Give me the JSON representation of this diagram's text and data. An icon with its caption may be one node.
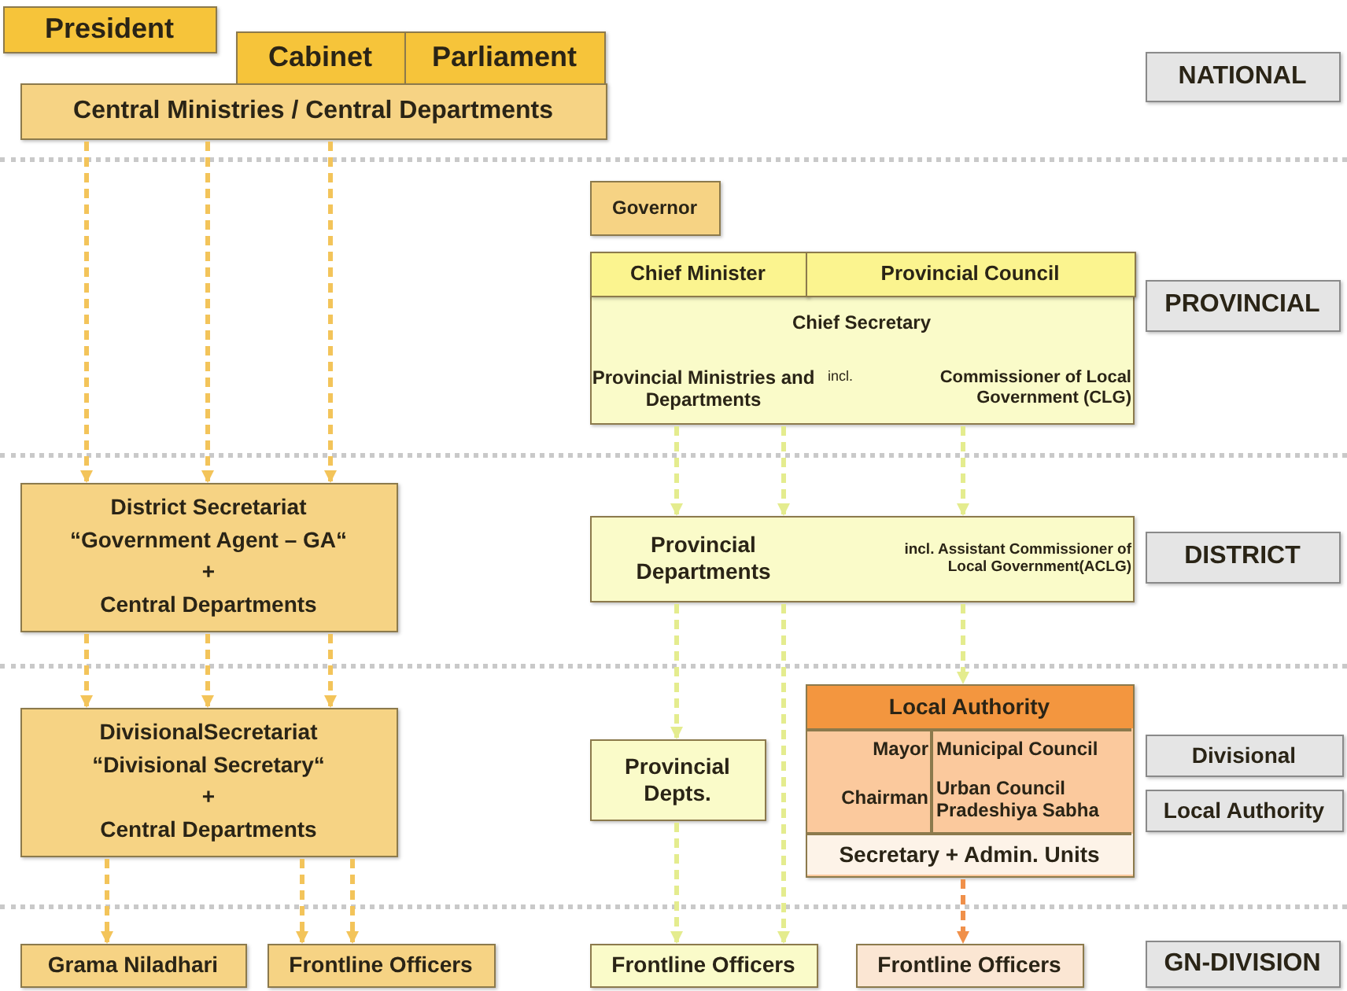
{
  "diagram": {
    "nodes": [
      {
        "text": [
          "President"
        ]
      },
      {
        "text": [
          "Cabinet"
        ]
      },
      {
        "text": [
          "Parliament"
        ]
      },
      {
        "text": [
          "Central Ministries / Central Departments"
        ]
      },
      {
        "text": [
          "Governor"
        ]
      },
      {
        "text": [
          "Chief Secretary",
          "Provincial Ministries and Departments",
          "incl.",
          "Commissioner of Local Government (CLG)"
        ]
      },
      {
        "text": [
          "Chief Minister"
        ],
        "in": 5
      },
      {
        "text": [
          "Provincial Council"
        ],
        "in": 5
      },
      {
        "text": [
          "Provincial Departments",
          "incl. Assistant Commissioner of Local Government(ACLG)"
        ]
      },
      {
        "text": [
          "District Secretariat",
          "“Government Agent – GA“",
          "+",
          "Central Departments"
        ]
      },
      {
        "text": [
          "DivisionalSecretariat",
          "“Divisional Secretary“",
          "+",
          "Central Departments"
        ]
      },
      {
        "text": [
          "Provincial Depts."
        ]
      },
      {
        "text": [
          "Local Authority",
          "Mayor",
          "Municipal Council",
          "Chairman",
          "Urban Council Pradeshiya Sabha",
          "Secretary + Admin. Units"
        ]
      },
      {
        "text": [
          "Grama Niladhari"
        ]
      },
      {
        "text": [
          "Frontline Officers"
        ]
      },
      {
        "text": [
          "Frontline Officers"
        ]
      },
      {
        "text": [
          "Frontline Officers"
        ]
      },
      {
        "text": [
          "NATIONAL"
        ]
      },
      {
        "text": [
          "PROVINCIAL"
        ]
      },
      {
        "text": [
          "DISTRICT"
        ]
      },
      {
        "text": [
          "Divisional"
        ]
      },
      {
        "text": [
          "Local Authority"
        ]
      },
      {
        "text": [
          "GN-DIVISION"
        ]
      }
    ],
    "edges": [
      {
        "from": 3,
        "to": 9,
        "arrow": "to",
        "style": "dashed"
      },
      {
        "from": 3,
        "to": 9,
        "arrow": "to",
        "style": "dashed"
      },
      {
        "from": 3,
        "to": 9,
        "arrow": "to",
        "style": "dashed"
      },
      {
        "from": 9,
        "to": 10,
        "arrow": "to",
        "style": "dashed"
      },
      {
        "from": 9,
        "to": 10,
        "arrow": "to",
        "style": "dashed"
      },
      {
        "from": 9,
        "to": 10,
        "arrow": "to",
        "style": "dashed"
      },
      {
        "from": 10,
        "to": 13,
        "arrow": "to",
        "style": "dashed"
      },
      {
        "from": 10,
        "to": 14,
        "arrow": "to",
        "style": "dashed"
      },
      {
        "from": 10,
        "to": 14,
        "arrow": "to",
        "style": "dashed"
      },
      {
        "from": 5,
        "to": 8,
        "arrow": "to",
        "style": "dashed",
        "color": "#e4ec8e"
      },
      {
        "from": 5,
        "to": 8,
        "arrow": "to",
        "style": "dashed",
        "color": "#e4ec8e"
      },
      {
        "from": 5,
        "to": 8,
        "arrow": "to",
        "style": "dashed",
        "color": "#e4ec8e"
      },
      {
        "from": 8,
        "to": 11,
        "arrow": "to",
        "style": "dashed",
        "color": "#e4ec8e"
      },
      {
        "from": 8,
        "to": 15,
        "arrow": "to",
        "style": "dashed",
        "color": "#e4ec8e"
      },
      {
        "from": 8,
        "to": 12,
        "arrow": "to",
        "style": "dashed",
        "color": "#e4ec8e"
      },
      {
        "from": 11,
        "to": 15,
        "arrow": "to",
        "style": "dashed",
        "color": "#e4ec8e"
      },
      {
        "from": 12,
        "to": 16,
        "arrow": "to",
        "style": "dashed",
        "color": "#f0904a"
      }
    ]
  }
}
